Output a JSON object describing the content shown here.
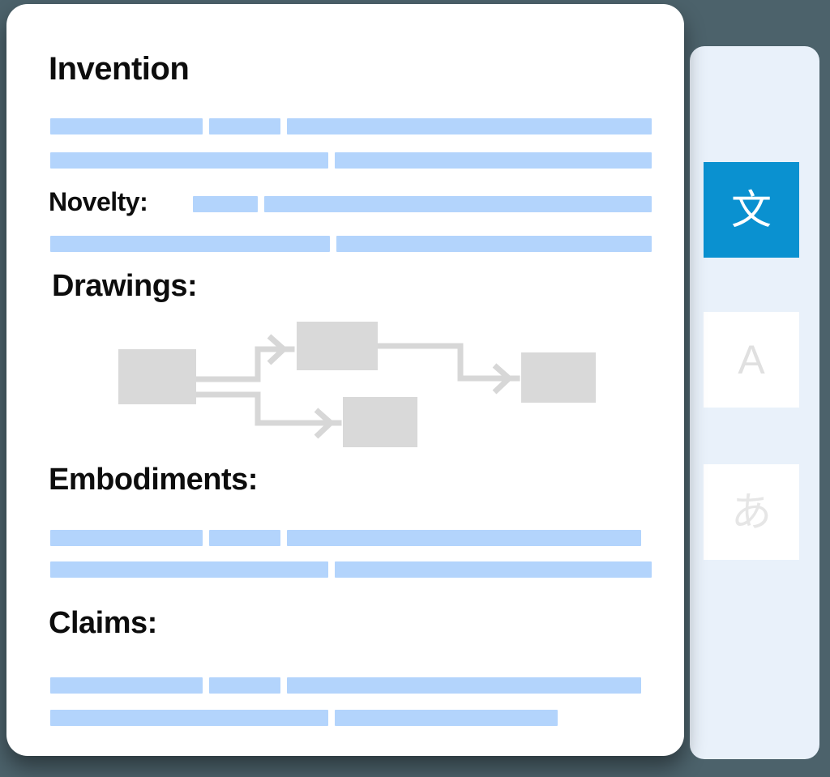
{
  "background_color": "#4c626b",
  "accent_color": "#0a91d0",
  "skeleton_bar_color": "#b3d4fc",
  "node_color": "#d9d9d9",
  "document": {
    "sections": [
      {
        "id": "invention",
        "heading": "Invention",
        "inline_bars": false,
        "rows": [
          {
            "bars": [
              188,
              88,
              450
            ]
          },
          {
            "bars": [
              343,
              391
            ]
          }
        ]
      },
      {
        "id": "novelty",
        "heading": "Novelty:",
        "inline_bars": true,
        "rows": [
          {
            "bars": [
              80,
              478
            ]
          },
          {
            "bars": [
              345,
              389
            ]
          }
        ]
      },
      {
        "id": "drawings",
        "heading": "Drawings:",
        "inline_bars": false,
        "rows": []
      },
      {
        "id": "embodiments",
        "heading": "Embodiments:",
        "inline_bars": false,
        "rows": [
          {
            "bars": [
              188,
              88,
              437
            ]
          },
          {
            "bars": [
              343,
              391
            ]
          }
        ]
      },
      {
        "id": "claims",
        "heading": "Claims:",
        "inline_bars": false,
        "rows": [
          {
            "bars": [
              188,
              88,
              437
            ]
          },
          {
            "bars": [
              343,
              275
            ]
          }
        ]
      }
    ]
  },
  "diagram": {
    "name": "drawings-flowchart",
    "nodes": [
      {
        "id": "node-a",
        "label": ""
      },
      {
        "id": "node-b",
        "label": ""
      },
      {
        "id": "node-c",
        "label": ""
      },
      {
        "id": "node-d",
        "label": ""
      }
    ],
    "edges": [
      {
        "from": "node-a",
        "to": "node-b"
      },
      {
        "from": "node-a",
        "to": "node-c"
      },
      {
        "from": "node-b",
        "to": "node-d"
      }
    ]
  },
  "language_sidebar": {
    "name": "language-switcher",
    "buttons": [
      {
        "id": "lang-chinese",
        "glyph": "文",
        "icon_name": "chinese-character-icon",
        "active": true
      },
      {
        "id": "lang-latin",
        "glyph": "A",
        "icon_name": "latin-letter-icon",
        "active": false
      },
      {
        "id": "lang-japanese",
        "glyph": "あ",
        "icon_name": "hiragana-character-icon",
        "active": false
      }
    ]
  }
}
